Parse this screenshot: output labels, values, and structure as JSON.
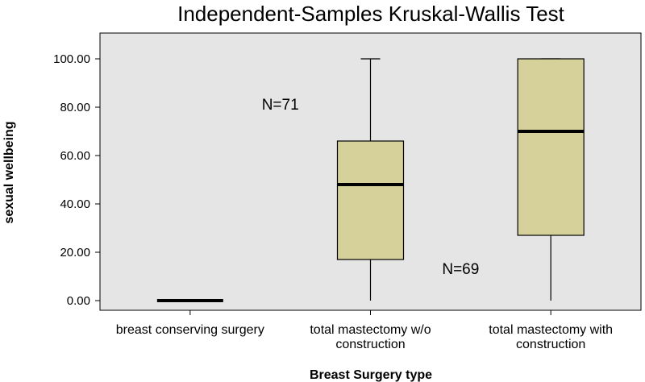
{
  "chart_data": {
    "type": "box",
    "title": "Independent-Samples Kruskal-Wallis Test",
    "xlabel": "Breast Surgery type",
    "ylabel": "sexual wellbeing",
    "ylim": [
      0,
      110
    ],
    "yticks": [
      0,
      20,
      40,
      60,
      80,
      100
    ],
    "ytick_labels": [
      "0.00",
      "20.00",
      "40.00",
      "60.00",
      "80.00",
      "100.00"
    ],
    "grid": false,
    "categories": [
      [
        "breast conserving surgery"
      ],
      [
        "total mastectomy w/o",
        "construction"
      ],
      [
        "total mastectomy with",
        "construction"
      ]
    ],
    "boxes": [
      {
        "whisker_low": 0,
        "q1": 0,
        "median": 0,
        "q3": 0,
        "whisker_high": 0
      },
      {
        "whisker_low": 0,
        "q1": 17,
        "median": 48,
        "q3": 66,
        "whisker_high": 100
      },
      {
        "whisker_low": 0,
        "q1": 27,
        "median": 70,
        "q3": 100,
        "whisker_high": 100
      }
    ],
    "annotations": [
      {
        "text": "N=71",
        "x": 0.5,
        "y": 79
      },
      {
        "text": "N=69",
        "x": 1.5,
        "y": 11
      }
    ],
    "colors": {
      "plot_bg": "#e5e5e5",
      "box_fill": "#d6d09a",
      "line": "#000000"
    }
  }
}
